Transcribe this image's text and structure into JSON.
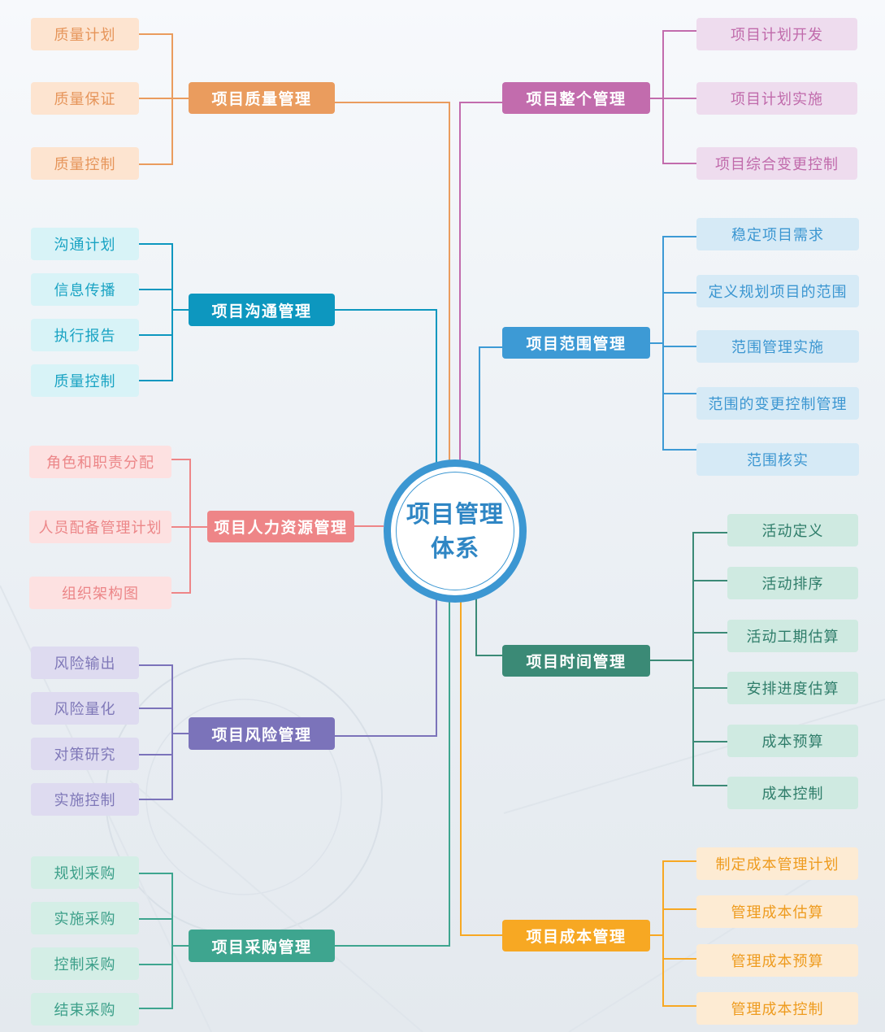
{
  "center": {
    "label": "项目管理体系",
    "color": "#3c97d2"
  },
  "branches": [
    {
      "id": "quality",
      "label": "项目质量管理",
      "side": "left",
      "color": "#ea9c5e",
      "leaf_bg": "#fde4d0",
      "leaf_text": "#e6955a",
      "items": [
        "质量计划",
        "质量保证",
        "质量控制"
      ]
    },
    {
      "id": "communication",
      "label": "项目沟通管理",
      "side": "left",
      "color": "#0d97bf",
      "leaf_bg": "#d8f3f7",
      "leaf_text": "#19a3c3",
      "items": [
        "沟通计划",
        "信息传播",
        "执行报告",
        "质量控制"
      ]
    },
    {
      "id": "hr",
      "label": "项目人力资源管理",
      "side": "left",
      "color": "#ee8587",
      "leaf_bg": "#fde1e1",
      "leaf_text": "#ec8688",
      "items": [
        "角色和职责分配",
        "人员配备管理计划",
        "组织架构图"
      ]
    },
    {
      "id": "risk",
      "label": "项目风险管理",
      "side": "left",
      "color": "#7b73ba",
      "leaf_bg": "#dedbf0",
      "leaf_text": "#7f78b8",
      "items": [
        "风险输出",
        "风险量化",
        "对策研究",
        "实施控制"
      ]
    },
    {
      "id": "procurement",
      "label": "项目采购管理",
      "side": "left",
      "color": "#3ea58f",
      "leaf_bg": "#d4eee6",
      "leaf_text": "#3c9f89",
      "items": [
        "规划采购",
        "实施采购",
        "控制采购",
        "结束采购"
      ]
    },
    {
      "id": "integration",
      "label": "项目整个管理",
      "side": "right",
      "color": "#c26cad",
      "leaf_bg": "#eedcee",
      "leaf_text": "#c06aab",
      "items": [
        "项目计划开发",
        "项目计划实施",
        "项目综合变更控制"
      ]
    },
    {
      "id": "scope",
      "label": "项目范围管理",
      "side": "right",
      "color": "#3d9ad5",
      "leaf_bg": "#d6eaf6",
      "leaf_text": "#3b96d1",
      "items": [
        "稳定项目需求",
        "定义规划项目的范围",
        "范围管理实施",
        "范围的变更控制管理",
        "范围核实"
      ]
    },
    {
      "id": "time",
      "label": "项目时间管理",
      "side": "right",
      "color": "#3b8a76",
      "leaf_bg": "#cfeae1",
      "leaf_text": "#2f7d6a",
      "items": [
        "活动定义",
        "活动排序",
        "活动工期估算",
        "安排进度估算",
        "成本预算",
        "成本控制"
      ]
    },
    {
      "id": "cost",
      "label": "项目成本管理",
      "side": "right",
      "color": "#f7a823",
      "leaf_bg": "#fdebd3",
      "leaf_text": "#ee9b1e",
      "items": [
        "制定成本管理计划",
        "管理成本估算",
        "管理成本预算",
        "管理成本控制"
      ]
    }
  ]
}
